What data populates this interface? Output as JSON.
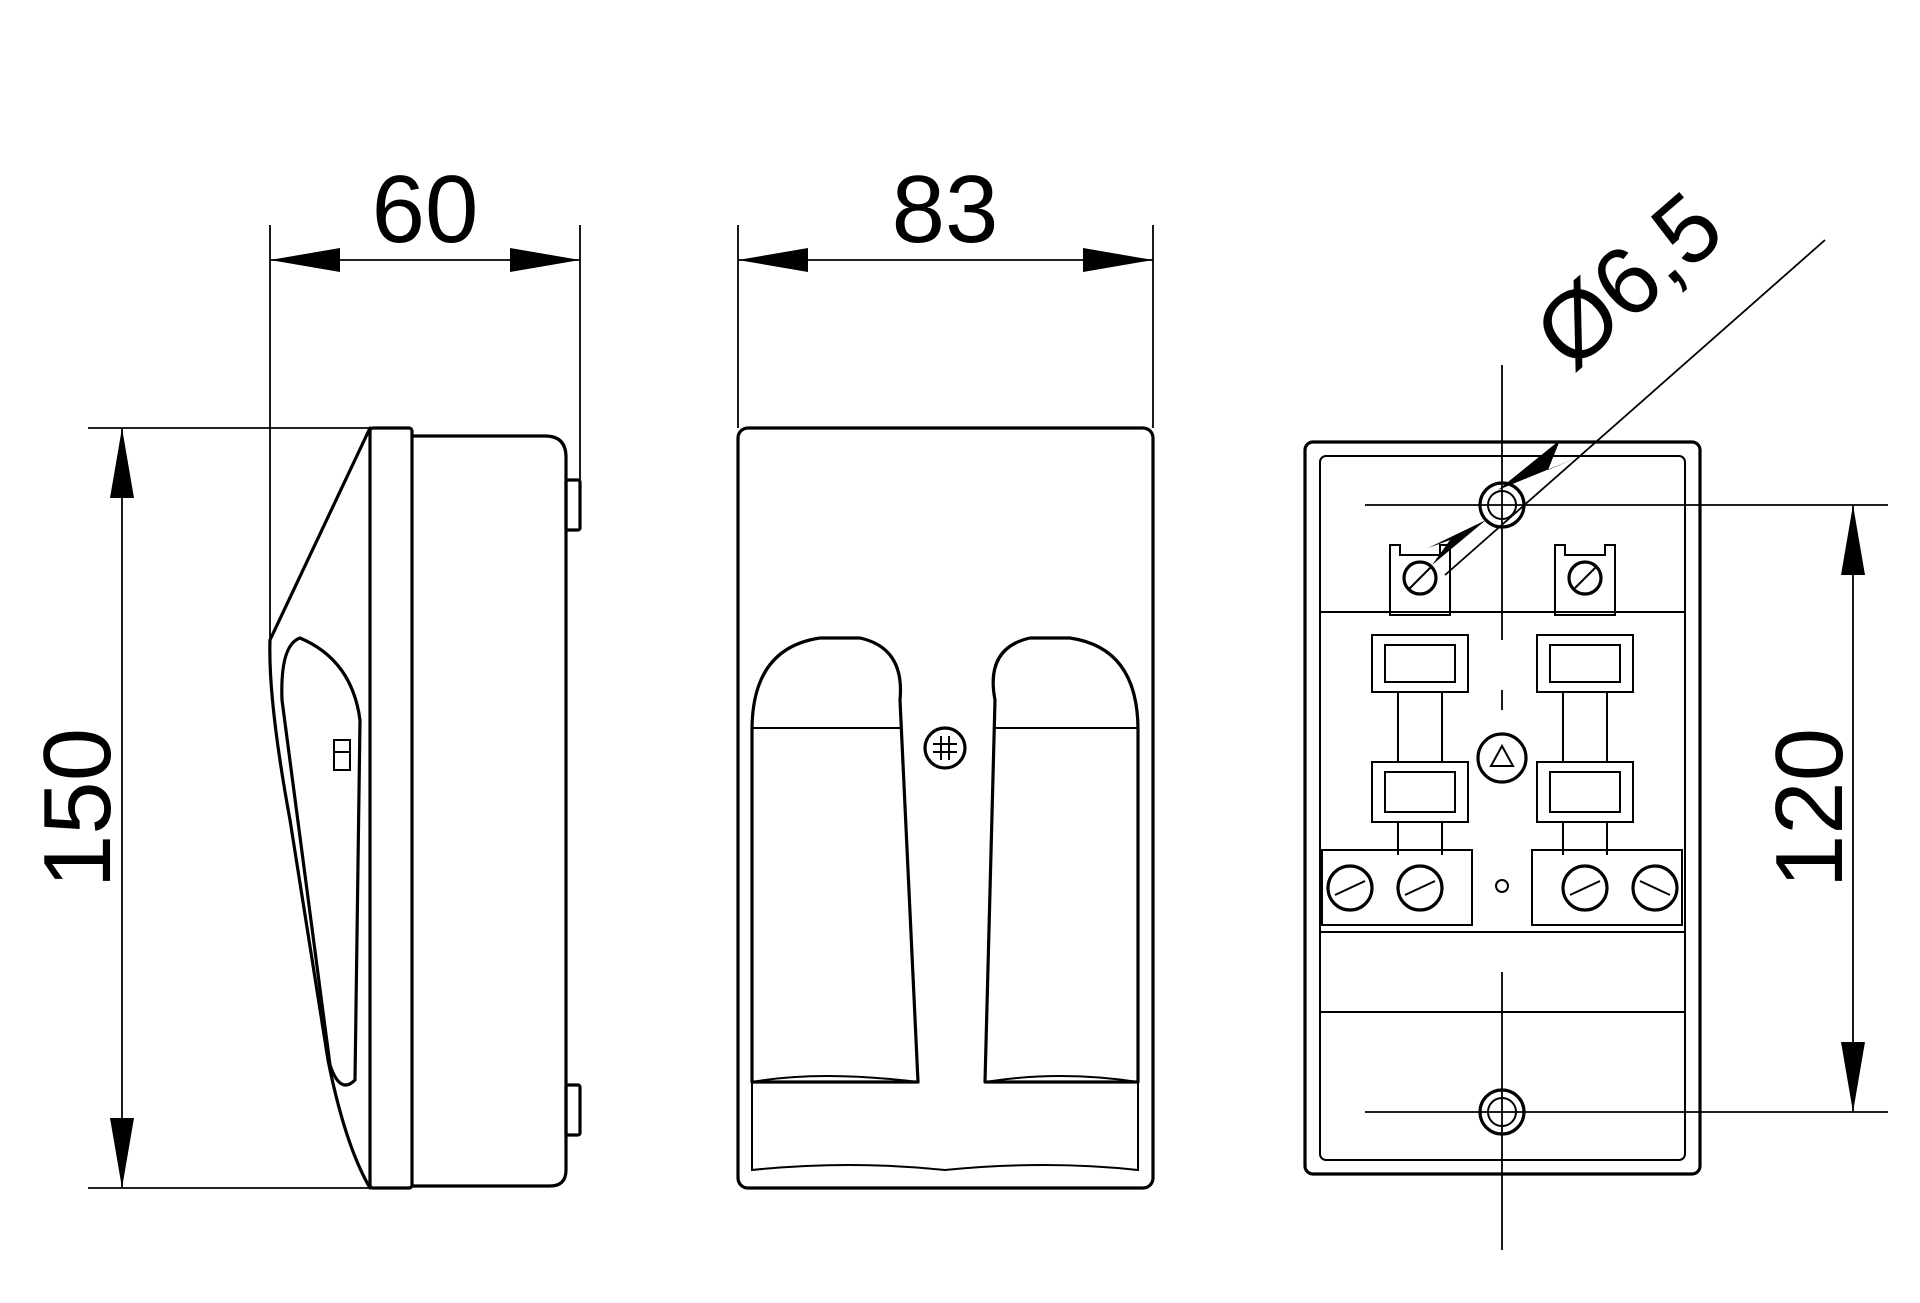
{
  "dimensions": {
    "side_depth": "60",
    "front_width": "83",
    "height": "150",
    "hole_diameter": "Ø6,5",
    "mount_spacing": "120"
  },
  "colors": {
    "line": "#000000",
    "background": "#ffffff"
  }
}
